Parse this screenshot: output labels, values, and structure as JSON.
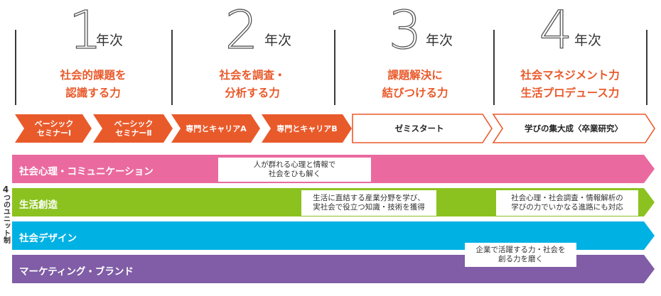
{
  "years": [
    {
      "number": "1",
      "suffix": "年次",
      "skill": [
        "社会的課題を",
        "認識する力"
      ]
    },
    {
      "number": "2",
      "suffix": "年次",
      "skill": [
        "社会を調査・",
        "分析する力"
      ]
    },
    {
      "number": "3",
      "suffix": "年次",
      "skill": [
        "課題解決に",
        "結びつける力"
      ]
    },
    {
      "number": "4",
      "suffix": "年次",
      "skill": [
        "社会マネジメント力",
        "生活プロデュース力"
      ]
    }
  ],
  "courses": [
    {
      "label": "ベーシック\nセミナーⅠ",
      "style": "filled"
    },
    {
      "label": "ベーシック\nセミナーⅡ",
      "style": "filled"
    },
    {
      "label": "専門とキャリアA",
      "style": "filled"
    },
    {
      "label": "専門とキャリアB",
      "style": "filled"
    },
    {
      "label": "ゼミスタート",
      "style": "outline"
    },
    {
      "label": "学びの集大成〈卒業研究〉",
      "style": "outline"
    }
  ],
  "side_label": {
    "number": "4",
    "text": "つのユニット制"
  },
  "units": [
    {
      "name": "社会心理・コミュニケーション",
      "color": "#ea6aa0"
    },
    {
      "name": "生活創造",
      "color": "#8cc21f"
    },
    {
      "name": "社会デザイン",
      "color": "#00b1e4"
    },
    {
      "name": "マーケティング・ブランド",
      "color": "#805da6"
    }
  ],
  "notes": [
    {
      "text": "人が群れる心理と情報で\n社会をひも解く"
    },
    {
      "text": "生活に直結する産業分野を学び、\n実社会で役立つ知識・技術を獲得"
    },
    {
      "text": "社会心理・社会調査・情報解析の\n学びの力でいかなる進路にも対応"
    },
    {
      "text": "企業で活躍する力・社会を\n創る力を磨く"
    }
  ],
  "colors": {
    "accent": "#e95a2b",
    "divider": "#3a3a3a"
  }
}
